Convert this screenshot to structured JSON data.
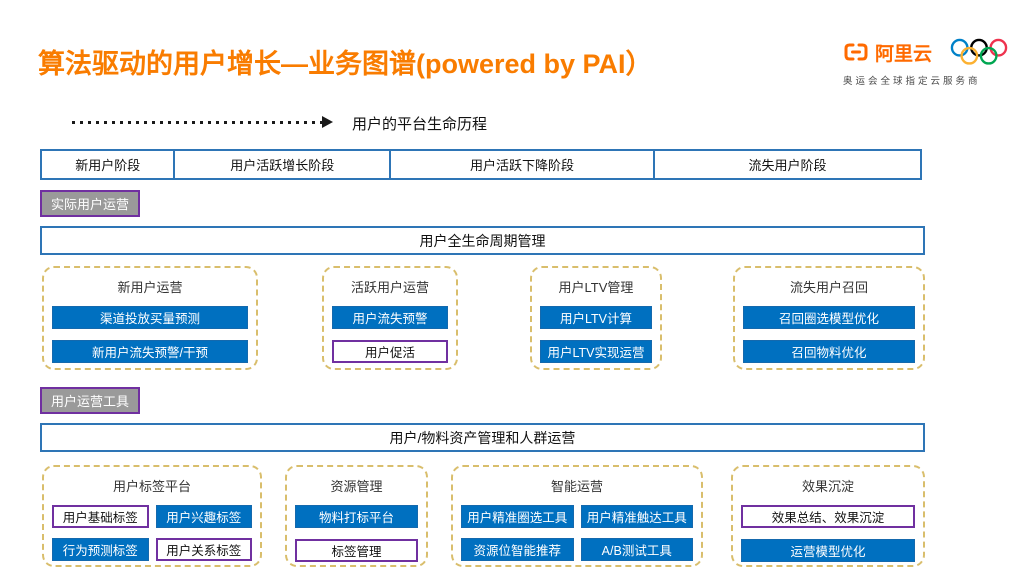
{
  "slide_title": "算法驱动的用户增长—业务图谱(powered by PAI）",
  "brand": {
    "name": "阿里云",
    "tagline": "奥运会全球指定云服务商",
    "logo_color": "#FF6A00",
    "olympic_ring_colors": [
      "#0081C8",
      "#000000",
      "#EE334E",
      "#FCB131",
      "#00A651"
    ]
  },
  "lifecycle": {
    "arrow_label": "用户的平台生命历程",
    "stages": [
      "新用户阶段",
      "用户活跃增长阶段",
      "用户活跃下降阶段",
      "流失用户阶段"
    ]
  },
  "sections": [
    {
      "tag": "实际用户运营",
      "banner": "用户全生命周期管理",
      "groups": [
        {
          "title": "新用户运营",
          "items": [
            "渠道投放买量预测",
            "新用户流失预警/干预"
          ]
        },
        {
          "title": "活跃用户运营",
          "items": [
            "用户流失预警",
            "用户促活"
          ]
        },
        {
          "title": "用户LTV管理",
          "items": [
            "用户LTV计算",
            "用户LTV实现运营"
          ]
        },
        {
          "title": "流失用户召回",
          "items": [
            "召回圈选模型优化",
            "召回物料优化"
          ]
        }
      ]
    },
    {
      "tag": "用户运营工具",
      "banner": "用户/物料资产管理和人群运营",
      "groups": [
        {
          "title": "用户标签平台",
          "items": [
            "用户基础标签",
            "用户兴趣标签",
            "行为预测标签",
            "用户关系标签"
          ]
        },
        {
          "title": "资源管理",
          "items": [
            "物料打标平台",
            "标签管理"
          ]
        },
        {
          "title": "智能运营",
          "items": [
            "用户精准圈选工具",
            "用户精准触达工具",
            "资源位智能推荐",
            "A/B测试工具"
          ]
        },
        {
          "title": "效果沉淀",
          "items": [
            "效果总结、效果沉淀",
            "运营模型优化"
          ]
        }
      ]
    }
  ],
  "colors": {
    "title_orange": "#F97C00",
    "brand_orange": "#FF6A00",
    "chip_blue": "#0070C0",
    "box_border_blue": "#2E75B6",
    "accent_purple": "#7030A0",
    "tag_gray_bg": "#9A9A9A",
    "group_border_tan": "#D9BE6C"
  }
}
